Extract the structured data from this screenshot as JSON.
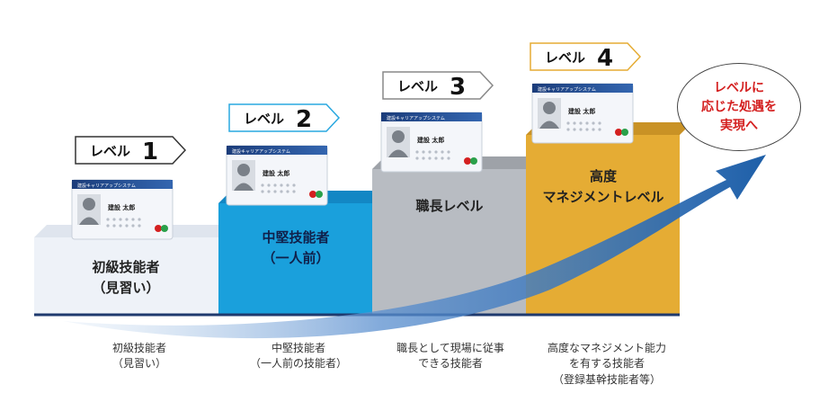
{
  "levels": [
    {
      "badge_word": "レベル",
      "badge_number": "1",
      "tier_label": "初級技能者\n（見習い）",
      "caption": "初級技能者\n（見習い）",
      "card_header": "建設キャリアアップシステム",
      "card_name": "建設 太郎",
      "tier_color": "#eef2f8",
      "badge_border": "#333333"
    },
    {
      "badge_word": "レベル",
      "badge_number": "2",
      "tier_label": "中堅技能者\n（一人前）",
      "caption": "中堅技能者\n（一人前の技能者）",
      "card_header": "建設キャリアアップシステム",
      "card_name": "建設 太郎",
      "tier_color": "#1aa0dc",
      "badge_border": "#29a8e0"
    },
    {
      "badge_word": "レベル",
      "badge_number": "3",
      "tier_label": "職長レベル",
      "caption": "職長として現場に従事\nできる技能者",
      "card_header": "建設キャリアアップシステム",
      "card_name": "建設 太郎",
      "tier_color": "#b8bcc2",
      "badge_border": "#888888"
    },
    {
      "badge_word": "レベル",
      "badge_number": "4",
      "tier_label": "高度\nマネジメントレベル",
      "caption": "高度なマネジメント能力\nを有する技能者\n（登録基幹技能者等）",
      "card_header": "建設キャリアアップシステム",
      "card_name": "建設 太郎",
      "tier_color": "#e5ac34",
      "badge_border": "#e5ac34"
    }
  ],
  "goal_text": "レベルに\n応じた処遇を\n実現へ",
  "colors": {
    "arrow": "#1e5fa8",
    "baseline": "#1f3a6e",
    "goal_text": "#d42020"
  }
}
